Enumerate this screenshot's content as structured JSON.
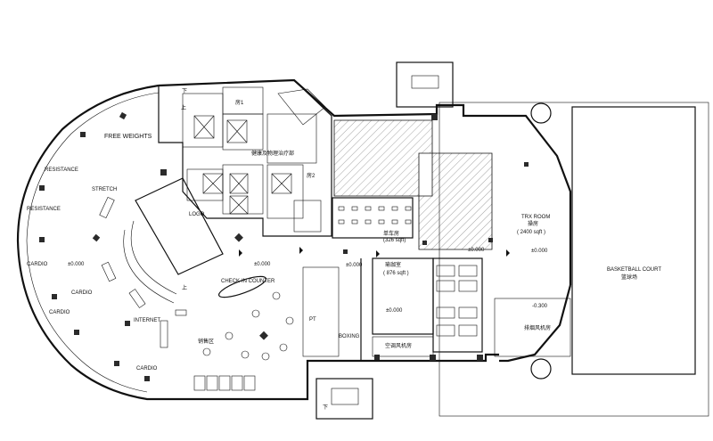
{
  "zones": {
    "free_weights": "FREE WEIGHTS",
    "resistance_1": "RESISTANCE",
    "stretch": "STRETCH",
    "resistance_2": "RESISTANCE",
    "cardio_1": "CARDIO",
    "cardio_2": "CARDIO",
    "cardio_3": "CARDIO",
    "internet": "INTERNET",
    "cardio_4": "CARDIO",
    "logo": "LOGO",
    "checkin": "CHECK-IN COUNTER",
    "retail": "销售区",
    "pt": "PT",
    "boxing": "BOXING",
    "physio": "健康及物理治疗部",
    "room1": "房1",
    "room2": "房2",
    "studio": "瑜珈室",
    "studio_area": "( 876 sqft )",
    "spin": "单车房",
    "spin_area": "(326 sqft)",
    "trx_en": "TRX ROOM",
    "trx_cn": "操房",
    "trx_area": "( 2400 sqft )",
    "court_en": "BASKETBALL COURT",
    "court_cn": "篮球场",
    "exhaust": "排烟风机房",
    "ac_room": "空调风机房",
    "up_1": "上",
    "up_2": "上",
    "down_1": "下",
    "down_2": "下"
  },
  "levels": {
    "lv1": "±0.000",
    "lv2": "±0.000",
    "lv3": "±0.000",
    "lv4": "±0.000",
    "lv5": "±0.000",
    "lv6": "±0.000",
    "lv7": "-0.300"
  }
}
